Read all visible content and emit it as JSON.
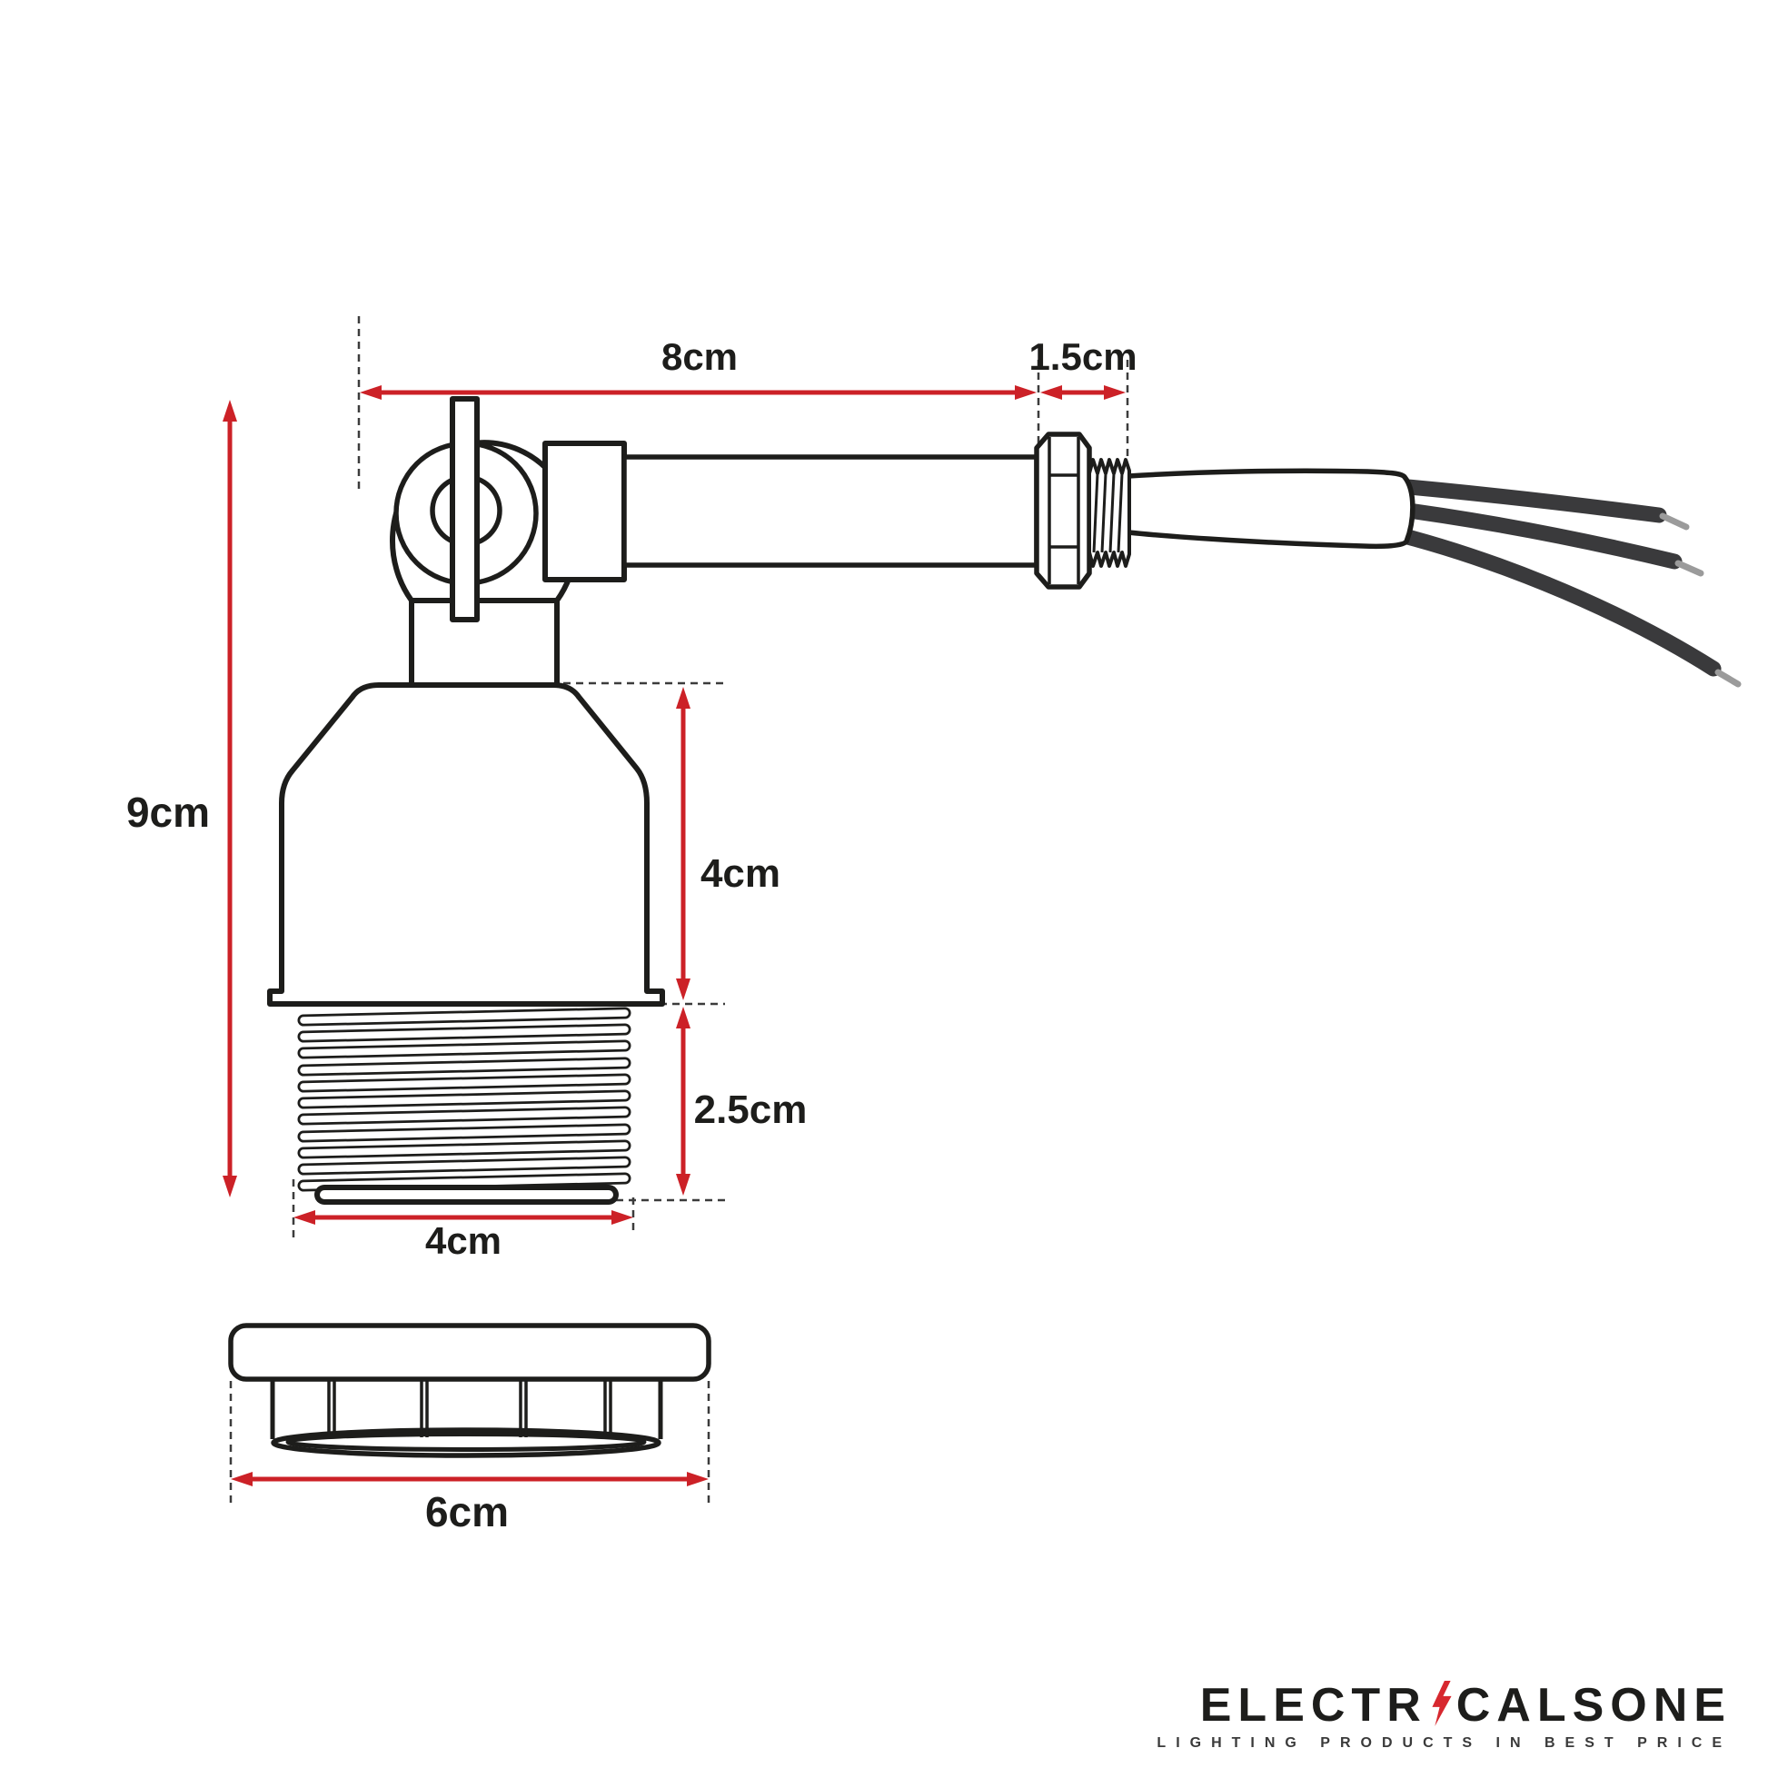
{
  "colors": {
    "accent_red": "#cc2127",
    "line_black": "#1d1d1b",
    "wire_dark": "#3a3a3c",
    "wire_tip_gray": "#9b9b9b",
    "logo_bolt_red": "#d7282f",
    "tagline_gray": "#3a3a3a"
  },
  "dimensions": {
    "arm_length": "8cm",
    "nipple_length": "1.5cm",
    "total_height": "9cm",
    "body_height": "4cm",
    "thread_height": "2.5cm",
    "thread_width": "4cm",
    "ring_diameter": "6cm"
  },
  "logo": {
    "name_left": "ELECTR",
    "name_right": "CALSONE",
    "bolt_icon": "lightning-bolt",
    "tagline": "LIGHTING PRODUCTS IN BEST PRICE"
  }
}
